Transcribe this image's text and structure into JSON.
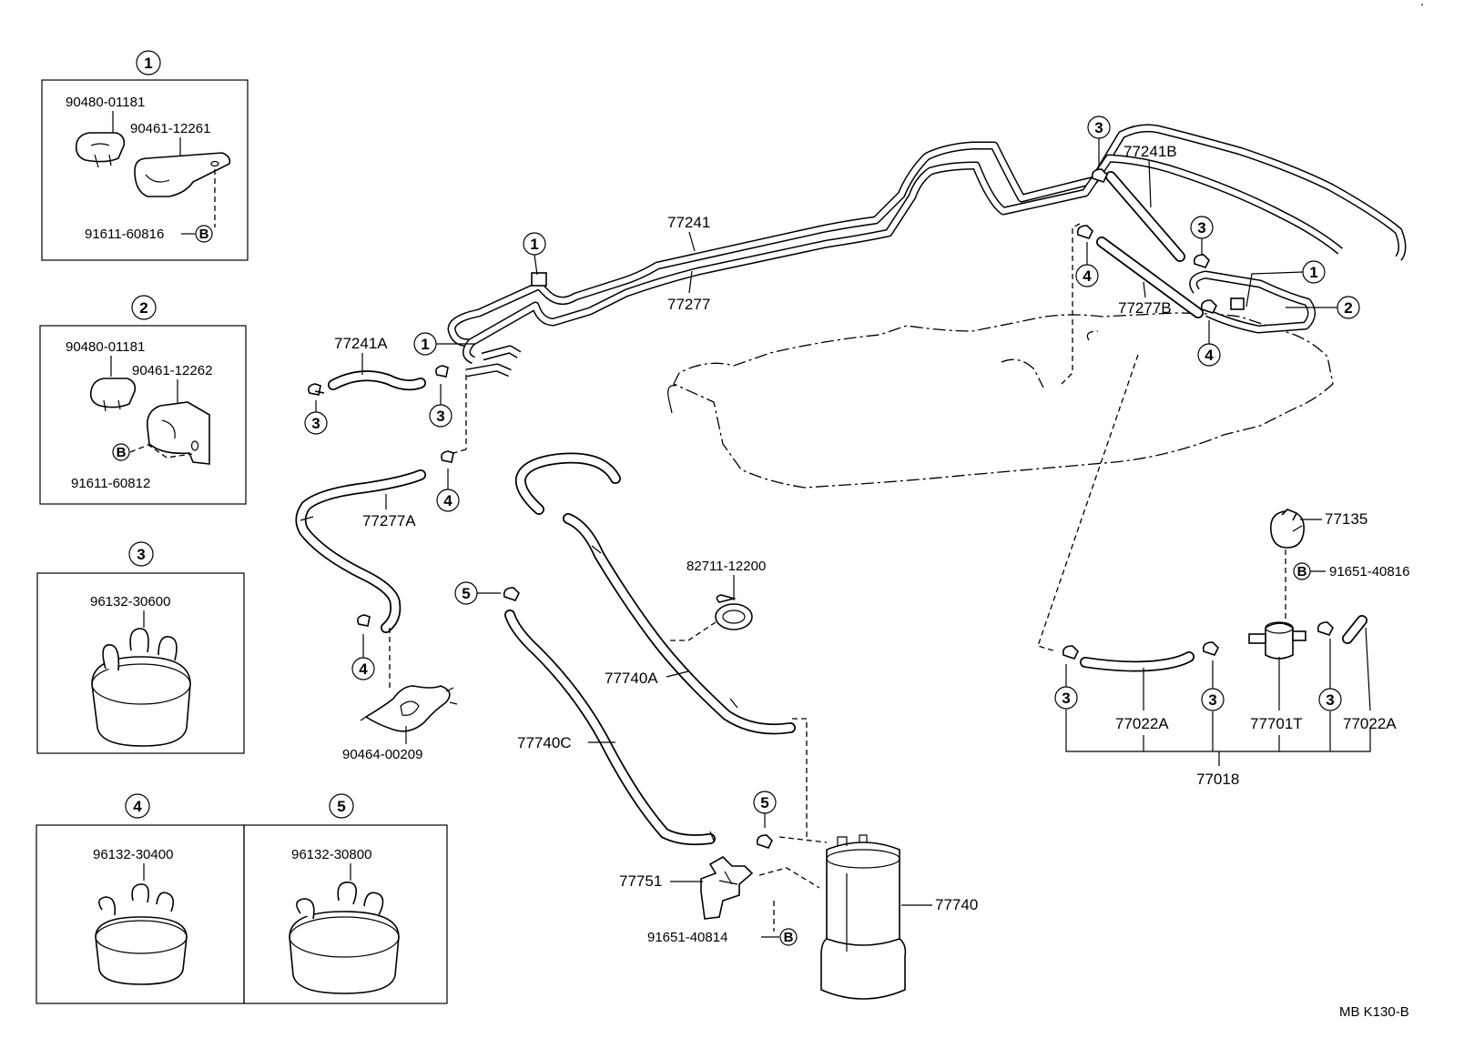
{
  "diagram": {
    "code": "MB  K130-B",
    "insets": [
      {
        "id": "1",
        "labels": [
          "90480-01181",
          "90461-12261",
          "91611-60816"
        ],
        "bolt": "B"
      },
      {
        "id": "2",
        "labels": [
          "90480-01181",
          "90461-12262",
          "91611-60812"
        ],
        "bolt": "B"
      },
      {
        "id": "3",
        "labels": [
          "96132-30600"
        ]
      },
      {
        "id": "4",
        "labels": [
          "96132-30400"
        ]
      },
      {
        "id": "5",
        "labels": [
          "96132-30800"
        ]
      }
    ],
    "parts": {
      "p77241": "77241",
      "p77277": "77277",
      "p77241A": "77241A",
      "p77277A": "77277A",
      "p77241B": "77241B",
      "p77277B": "77277B",
      "p90464": "90464-00209",
      "p82711": "82711-12200",
      "p77740A": "77740A",
      "p77740C": "77740C",
      "p77751": "77751",
      "p91651_40814": "91651-40814",
      "p77740": "77740",
      "p77135": "77135",
      "p91651_40816": "91651-40816",
      "p77022A_1": "77022A",
      "p77701T": "77701T",
      "p77022A_2": "77022A",
      "p77018": "77018"
    },
    "callouts": {
      "one": "1",
      "two": "2",
      "three": "3",
      "four": "4",
      "five": "5",
      "bolt": "B"
    }
  }
}
